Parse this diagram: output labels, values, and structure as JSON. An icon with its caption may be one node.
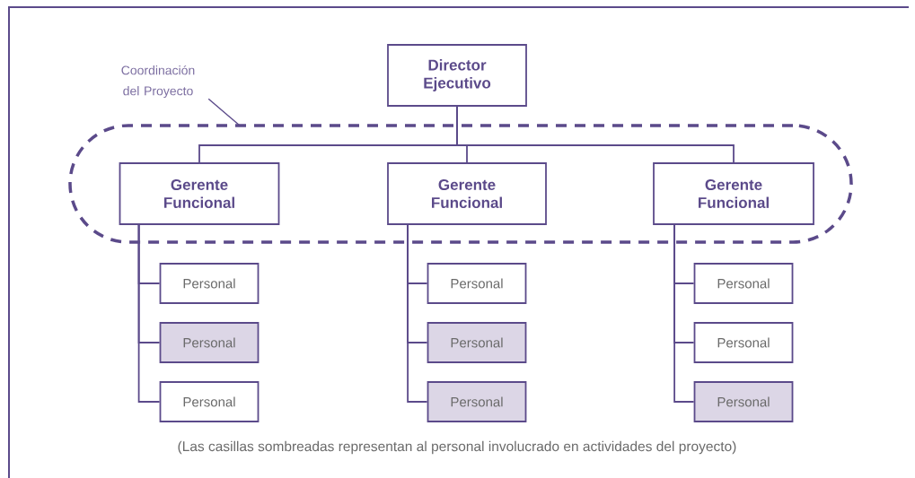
{
  "diagram": {
    "caption": "(Las casillas sombreadas representan al personal involucrado en actividades del proyecto)",
    "nodes": [
      {
        "text": [
          "Coordinación del Proyecto"
        ]
      },
      {
        "text": [
          "Director Ejecutivo"
        ]
      },
      {
        "text": [],
        "shape": "ellipse"
      },
      {
        "text": [
          "Gerente Funcional"
        ],
        "in": 2
      },
      {
        "text": [
          "Gerente Funcional"
        ],
        "in": 2
      },
      {
        "text": [
          "Gerente Funcional"
        ],
        "in": 2
      },
      {
        "text": [
          "Personal"
        ]
      },
      {
        "text": [
          "Personal"
        ]
      },
      {
        "text": [
          "Personal"
        ]
      },
      {
        "text": [
          "Personal"
        ]
      },
      {
        "text": [
          "Personal"
        ]
      },
      {
        "text": [
          "Personal"
        ]
      },
      {
        "text": [
          "Personal"
        ]
      },
      {
        "text": [
          "Personal"
        ]
      },
      {
        "text": [
          "Personal"
        ]
      }
    ],
    "edges": [
      {
        "from": 1,
        "to": 3,
        "arrow": "none"
      },
      {
        "from": 1,
        "to": 4,
        "arrow": "none"
      },
      {
        "from": 1,
        "to": 5,
        "arrow": "none"
      },
      {
        "from": 3,
        "to": 6,
        "arrow": "none"
      },
      {
        "from": 3,
        "to": 7,
        "arrow": "none"
      },
      {
        "from": 3,
        "to": 8,
        "arrow": "none"
      },
      {
        "from": 4,
        "to": 9,
        "arrow": "none"
      },
      {
        "from": 4,
        "to": 10,
        "arrow": "none"
      },
      {
        "from": 4,
        "to": 11,
        "arrow": "none"
      },
      {
        "from": 5,
        "to": 12,
        "arrow": "none"
      },
      {
        "from": 5,
        "to": 13,
        "arrow": "none"
      },
      {
        "from": 5,
        "to": 14,
        "arrow": "none"
      },
      {
        "from": 0,
        "to": 2,
        "arrow": "none"
      }
    ]
  }
}
